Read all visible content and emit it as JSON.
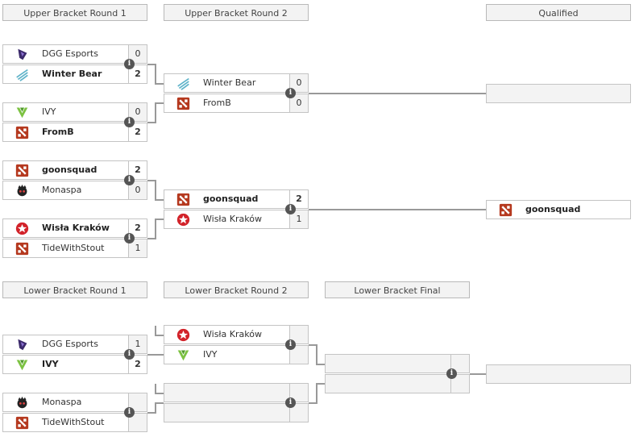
{
  "headers": {
    "ubr1": "Upper Bracket Round 1",
    "ubr2": "Upper Bracket Round 2",
    "qualified": "Qualified",
    "lbr1": "Lower Bracket Round 1",
    "lbr2": "Lower Bracket Round 2",
    "lbf": "Lower Bracket Final"
  },
  "info_glyph": "i",
  "colors": {
    "header_bg": "#f3f3f3",
    "border": "#c4c4c4",
    "connector": "#999999",
    "wisla_red": "#d2232a",
    "ivy_green": "#7cc242",
    "dota_red": "#b5391f",
    "dgg_purple": "#3b2a6b",
    "winter_blue": "#5fb3c9"
  },
  "ubr1": [
    {
      "t1": {
        "name": "DGG Esports",
        "score": "0",
        "icon": "dgg-logo-icon"
      },
      "t2": {
        "name": "Winter Bear",
        "score": "2",
        "icon": "winter-bear-logo-icon"
      }
    },
    {
      "t1": {
        "name": "IVY",
        "score": "0",
        "icon": "ivy-logo-icon"
      },
      "t2": {
        "name": "FromB",
        "score": "2",
        "icon": "dota-logo-icon"
      }
    },
    {
      "t1": {
        "name": "goonsquad",
        "score": "2",
        "icon": "dota-logo-icon"
      },
      "t2": {
        "name": "Monaspa",
        "score": "0",
        "icon": "monaspa-logo-icon"
      }
    },
    {
      "t1": {
        "name": "Wisła Kraków",
        "score": "2",
        "icon": "wisla-logo-icon"
      },
      "t2": {
        "name": "TideWithStout",
        "score": "1",
        "icon": "dota-logo-icon"
      }
    }
  ],
  "ubr2": [
    {
      "t1": {
        "name": "Winter Bear",
        "score": "0",
        "icon": "winter-bear-logo-icon"
      },
      "t2": {
        "name": "FromB",
        "score": "0",
        "icon": "dota-logo-icon"
      }
    },
    {
      "t1": {
        "name": "goonsquad",
        "score": "2",
        "icon": "dota-logo-icon"
      },
      "t2": {
        "name": "Wisła Kraków",
        "score": "1",
        "icon": "wisla-logo-icon"
      }
    }
  ],
  "qualified": [
    {
      "name": "",
      "icon": ""
    },
    {
      "name": "goonsquad",
      "icon": "dota-logo-icon"
    }
  ],
  "lbr1": [
    {
      "t1": {
        "name": "DGG Esports",
        "score": "1",
        "icon": "dgg-logo-icon"
      },
      "t2": {
        "name": "IVY",
        "score": "2",
        "icon": "ivy-logo-icon"
      }
    },
    {
      "t1": {
        "name": "Monaspa",
        "score": "",
        "icon": "monaspa-logo-icon"
      },
      "t2": {
        "name": "TideWithStout",
        "score": "",
        "icon": "dota-logo-icon"
      }
    }
  ],
  "lbr2": [
    {
      "t1": {
        "name": "Wisła Kraków",
        "score": "",
        "icon": "wisla-logo-icon"
      },
      "t2": {
        "name": "IVY",
        "score": "",
        "icon": "ivy-logo-icon"
      }
    },
    {
      "t1": {
        "name": "",
        "score": "",
        "icon": ""
      },
      "t2": {
        "name": "",
        "score": "",
        "icon": ""
      }
    }
  ]
}
